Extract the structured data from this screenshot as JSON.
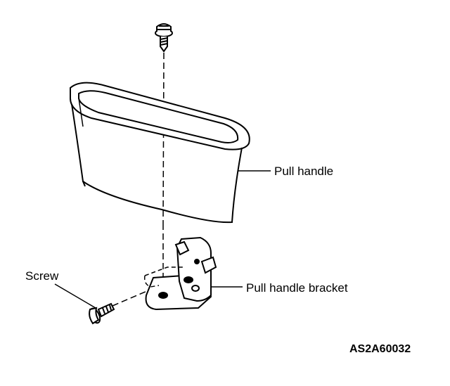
{
  "diagram": {
    "labels": {
      "pull_handle": "Pull handle",
      "pull_handle_bracket": "Pull handle bracket",
      "screw": "Screw"
    },
    "figure_code": "AS2A60032"
  },
  "colors": {
    "line": "#000000",
    "background": "#ffffff"
  }
}
